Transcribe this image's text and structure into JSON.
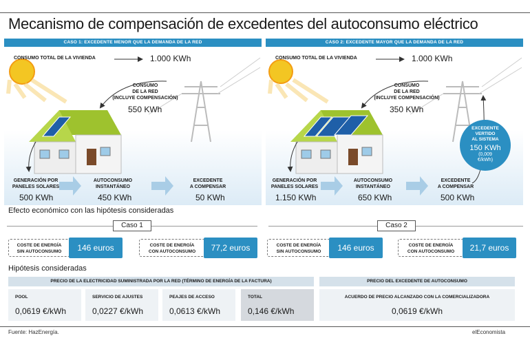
{
  "title": "Mecanismo de compensación de excedentes del autoconsumo eléctrico",
  "case1": {
    "header": "CASO 1: EXCEDENTE MENOR QUE LA DEMANDA DE LA RED",
    "total_label": "CONSUMO TOTAL DE LA VIVIENDA",
    "total_value": "1.000 KWh",
    "grid_label_1": "CONSUMO",
    "grid_label_2": "DE LA RED",
    "grid_label_3": "(INCLUYE COMPENSACIÓN)",
    "grid_value": "550 KWh",
    "gen_label_1": "GENERACIÓN POR",
    "gen_label_2": "PANELES SOLARES",
    "gen_value": "500 KWh",
    "self_label_1": "AUTOCONSUMO",
    "self_label_2": "INSTANTÁNEO",
    "self_value": "450 KWh",
    "excess_label_1": "EXCEDENTE",
    "excess_label_2": "A COMPENSAR",
    "excess_value": "50 KWh"
  },
  "case2": {
    "header": "CASO 2: EXCEDENTE MAYOR QUE LA DEMANDA DE LA RED",
    "total_label": "CONSUMO TOTAL DE LA VIVIENDA",
    "total_value": "1.000 KWh",
    "grid_label_1": "CONSUMO",
    "grid_label_2": "DE LA RED",
    "grid_label_3": "(INCLUYE COMPENSACIÓN)",
    "grid_value": "350 KWh",
    "gen_label_1": "GENERACIÓN POR",
    "gen_label_2": "PANELES SOLARES",
    "gen_value": "1.150 KWh",
    "self_label_1": "AUTOCONSUMO",
    "self_label_2": "INSTANTÁNEO",
    "self_value": "650 KWh",
    "excess_label_1": "EXCEDENTE",
    "excess_label_2": "A COMPENSAR",
    "excess_value": "500 KWh",
    "bubble_label_1": "EXCEDENTE",
    "bubble_label_2": "VERTIDO",
    "bubble_label_3": "AL SISTEMA",
    "bubble_value": "150 KWh",
    "bubble_note_1": "(0,009",
    "bubble_note_2": "€/kWh)"
  },
  "economic": {
    "heading": "Efecto económico con las hipótesis consideradas",
    "case1_tab": "Caso 1",
    "case2_tab": "Caso 2",
    "no_self_label_1": "COSTE DE ENERGÍA",
    "no_self_label_2": "SIN AUTOCONSUMO",
    "with_self_label_1": "COSTE DE ENERGÍA",
    "with_self_label_2": "CON AUTOCONSUMO",
    "case1_no_self": "146 euros",
    "case1_with_self": "77,2 euros",
    "case2_no_self": "146 euros",
    "case2_with_self": "21,7 euros"
  },
  "hypotheses": {
    "heading": "Hipótesis consideradas",
    "price_header": "PRECIO DE LA ELECTRICIDAD SUMINISTRADA POR LA RED (TÉRMINO DE ENERGÍA DE LA FACTURA)",
    "excess_header": "PRECIO DEL EXCEDENTE DE AUTOCONSUMO",
    "items": [
      {
        "label": "POOL",
        "value": "0,0619 €/kWh"
      },
      {
        "label": "SERVICIO DE AJUSTES",
        "value": "0,0227 €/kWh"
      },
      {
        "label": "PEAJES DE ACCESO",
        "value": "0,0613 €/kWh"
      },
      {
        "label": "TOTAL",
        "value": "0,146 €/kWh"
      }
    ],
    "agreement_label": "ACUERDO DE PRECIO ALCANZADO CON LA COMERCIALIZADORA",
    "agreement_value": "0,0619 €/kWh"
  },
  "footer": {
    "source": "Fuente: HazEnergía.",
    "brand": "elEconomista"
  },
  "colors": {
    "accent": "#2b8fc2",
    "roof": "#9ec22e",
    "sun": "#f3c623",
    "arrow": "#a9cde6"
  }
}
